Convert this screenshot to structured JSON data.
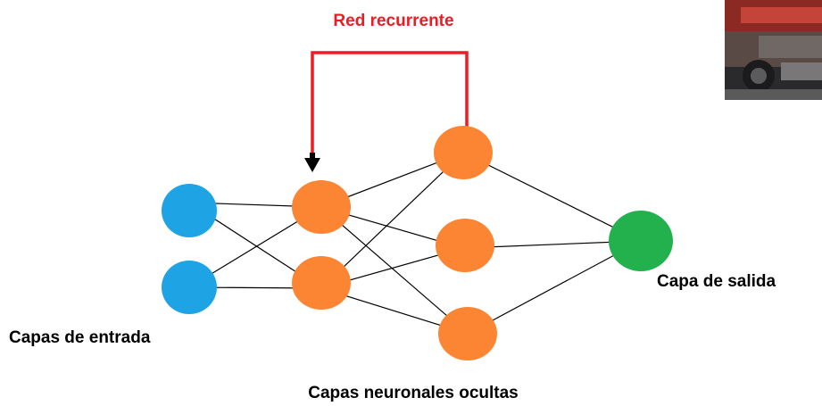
{
  "title": "Red recurrente",
  "labels": {
    "input": "Capas de entrada",
    "hidden": "Capas neuronales ocultas",
    "output": "Capa de salida"
  },
  "colors": {
    "input_node": "#1ea3e4",
    "hidden_node": "#fb8533",
    "output_node": "#22b14c",
    "recurrent_arrow": "#ed1c24",
    "recurrent_arrowhead": "#000000",
    "connection": "#000000",
    "title_text": "#ed1c24",
    "label_text": "#000000"
  },
  "photo_thumbnail": {
    "icon": "truck-photo-thumbnail"
  }
}
